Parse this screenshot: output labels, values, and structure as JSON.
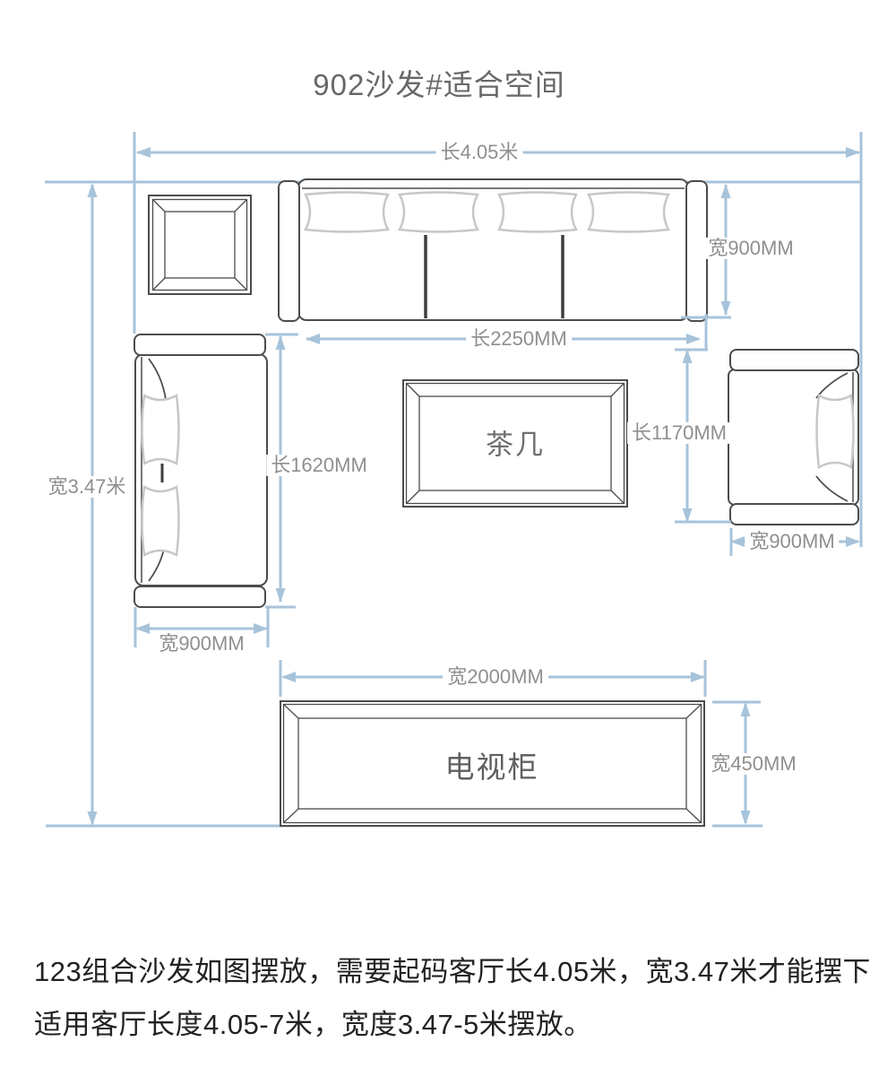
{
  "title": "902沙发#适合空间",
  "dimensions": {
    "room_length": "长4.05米",
    "room_width": "宽3.47米",
    "sofa3_depth": "宽900MM",
    "sofa3_length": "长2250MM",
    "sofa2_length": "长1620MM",
    "sofa2_width": "宽900MM",
    "chair_length": "长1170MM",
    "chair_width": "宽900MM",
    "tv_width": "宽2000MM",
    "tv_depth": "宽450MM"
  },
  "furniture_labels": {
    "coffee_table": "茶几",
    "tv_cabinet": "电视柜"
  },
  "description": {
    "line1": "123组合沙发如图摆放，需要起码客厅长4.05米，宽3.47米才能摆下",
    "line2": "适用客厅长度4.05-7米，宽度3.47-5米摆放。"
  },
  "colors": {
    "dimension_blue": "#a7c3da",
    "furniture_stroke": "#4c4c4c",
    "pillow_stroke": "#c7c7c7",
    "dimension_text": "#8f8f8f",
    "body_text": "#222222"
  }
}
